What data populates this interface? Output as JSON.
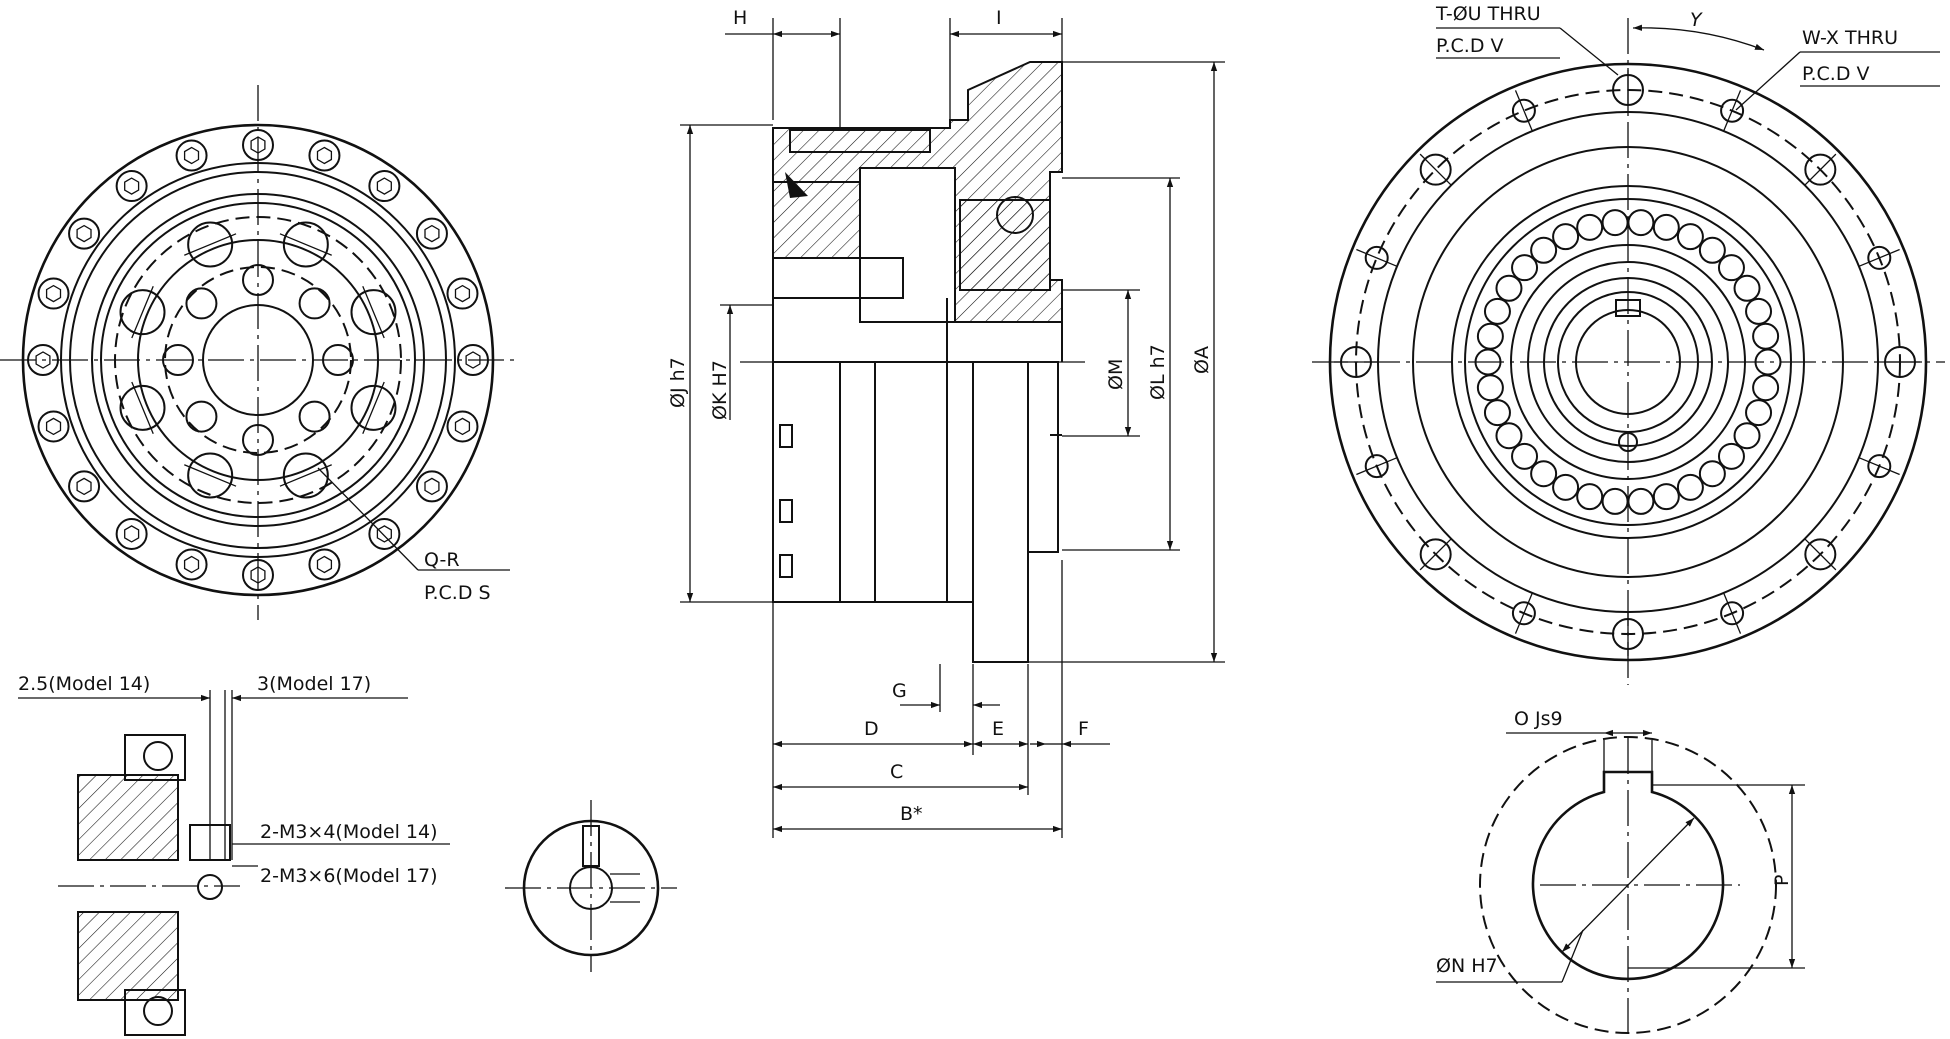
{
  "labels": {
    "H": "H",
    "I": "I",
    "Q_R": "Q-R",
    "pcd_S": "P.C.D S",
    "dia_J": "ØJ h7",
    "dia_K": "ØK H7",
    "dia_M": "ØM",
    "dia_L": "ØL h7",
    "dia_A": "ØA",
    "G": "G",
    "D": "D",
    "E": "E",
    "F": "F",
    "C": "C",
    "B": "B*",
    "T_U": "T-ØU THRU",
    "pcd_V_left": "P.C.D V",
    "Y": "Y",
    "W_X": "W-X THRU",
    "pcd_V_right": "P.C.D V",
    "model14_offset": "2.5(Model 14)",
    "model17_offset": "3(Model 17)",
    "screw14": "2-M3×4(Model 14)",
    "screw17": "2-M3×6(Model 17)",
    "O": "O Js9",
    "P": "P",
    "N": "ØN H7"
  }
}
